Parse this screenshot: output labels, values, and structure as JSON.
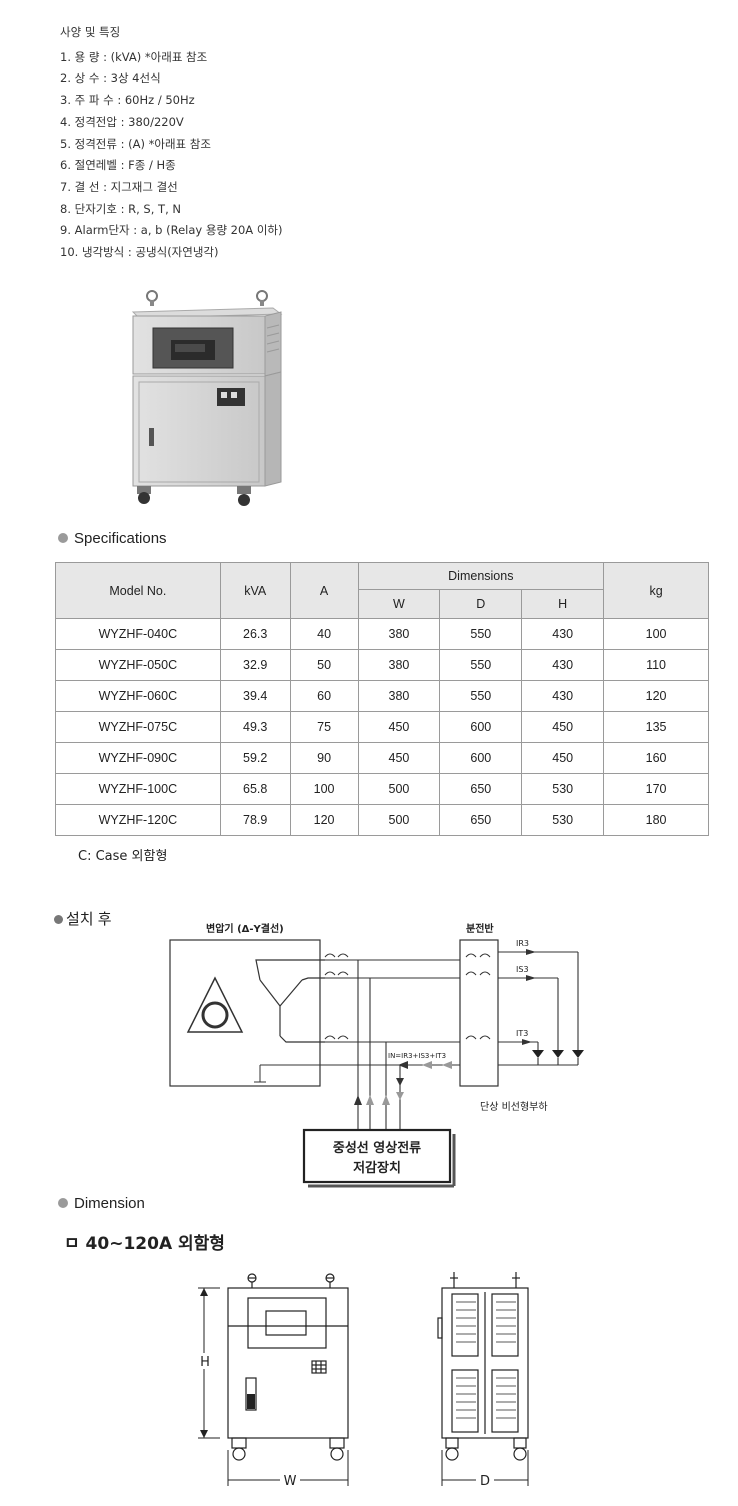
{
  "specs_heading": "사양 및 특징",
  "specs_items": [
    "1. 용 량 : (kVA) *아래표 참조",
    "2. 상 수 : 3상 4선식",
    "3. 주 파 수 : 60Hz / 50Hz",
    "4. 정격전압 : 380/220V",
    "5. 정격전류 : (A) *아래표 참조",
    "6. 절연레벨 : F종 / H종",
    "7. 결 선 : 지그재그 결선",
    "8. 단자기호 : R, S, T, N",
    "9. Alarm단자 : a, b (Relay 용량 20A 이하)",
    "10. 냉각방식 : 공냉식(자연냉각)"
  ],
  "specifications_title": "Specifications",
  "table": {
    "headers": {
      "model": "Model No.",
      "kva": "kVA",
      "a": "A",
      "dimensions": "Dimensions",
      "w": "W",
      "d": "D",
      "h": "H",
      "kg": "kg"
    },
    "rows": [
      [
        "WYZHF-040C",
        "26.3",
        "40",
        "380",
        "550",
        "430",
        "100"
      ],
      [
        "WYZHF-050C",
        "32.9",
        "50",
        "380",
        "550",
        "430",
        "110"
      ],
      [
        "WYZHF-060C",
        "39.4",
        "60",
        "380",
        "550",
        "430",
        "120"
      ],
      [
        "WYZHF-075C",
        "49.3",
        "75",
        "450",
        "600",
        "450",
        "135"
      ],
      [
        "WYZHF-090C",
        "59.2",
        "90",
        "450",
        "600",
        "450",
        "160"
      ],
      [
        "WYZHF-100C",
        "65.8",
        "100",
        "500",
        "650",
        "530",
        "170"
      ],
      [
        "WYZHF-120C",
        "78.9",
        "120",
        "500",
        "650",
        "530",
        "180"
      ]
    ]
  },
  "case_note": "C: Case 외함형",
  "install_title": "설치 후",
  "wiring": {
    "transformer_label": "변압기 (Δ-Y결선)",
    "panel_label": "분전반",
    "ir3": "IR3",
    "is3": "IS3",
    "it3": "IT3",
    "in_formula": "IN=IR3+IS3+IT3",
    "load_label": "단상 비선형부하",
    "device_line1": "중성선 영상전류",
    "device_line2": "저감장치"
  },
  "dimension_title": "Dimension",
  "dimension_subtitle": "ㅁ 40~120A 외함형",
  "dim_labels": {
    "h": "H",
    "w": "W",
    "d": "D"
  }
}
